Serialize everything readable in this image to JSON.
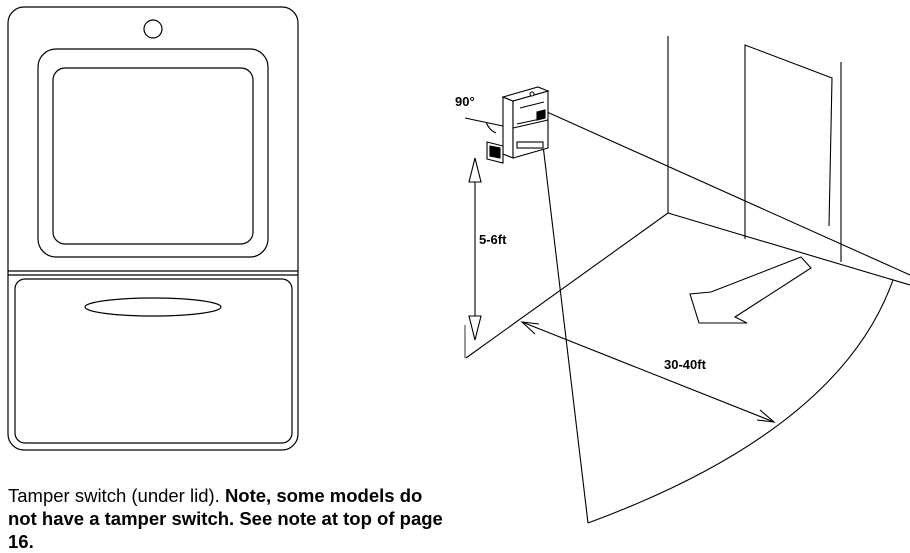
{
  "caption": {
    "normal": "Tamper switch (under lid).",
    "bold": "Note, some models do not have a tamper switch. See note at top of page 16."
  },
  "diagram": {
    "angle_label": "90°",
    "height_label": "5-6ft",
    "range_label": "30-40ft"
  }
}
